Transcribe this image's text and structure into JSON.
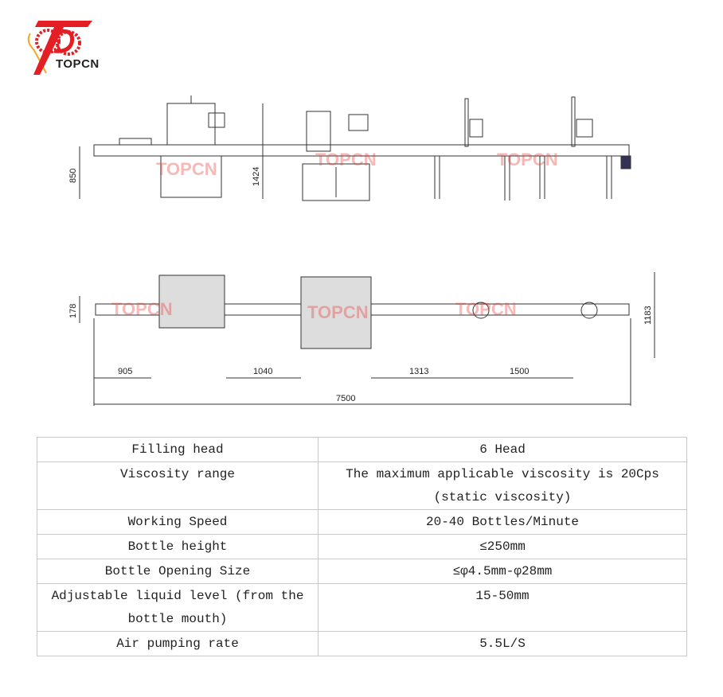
{
  "logo": {
    "text": "TOPCN",
    "colors": {
      "primary": "#e31e24",
      "accent": "#f5a623"
    }
  },
  "drawing": {
    "watermark": "TOPCN",
    "front_view_dimensions": {
      "table_height": "850",
      "total_height": "1424"
    },
    "top_view_dimensions": {
      "conveyor_width": "178",
      "total_width": "1183",
      "seg1": "905",
      "seg2": "1040",
      "seg3": "1313",
      "seg4": "1500",
      "total_length": "7500"
    }
  },
  "spec_table": {
    "rows": [
      {
        "label": "Filling head",
        "value": "6 Head"
      },
      {
        "label": "Viscosity range",
        "value": "The maximum applicable viscosity is 20Cps (static viscosity)"
      },
      {
        "label": "Working Speed",
        "value": "20-40 Bottles/Minute"
      },
      {
        "label": "Bottle height",
        "value": "≤250mm"
      },
      {
        "label": "Bottle Opening Size",
        "value": "≤φ4.5mm-φ28mm"
      },
      {
        "label": "Adjustable liquid level (from the bottle mouth)",
        "value": "15-50mm"
      },
      {
        "label": "Air pumping rate",
        "value": "5.5L/S"
      }
    ]
  }
}
